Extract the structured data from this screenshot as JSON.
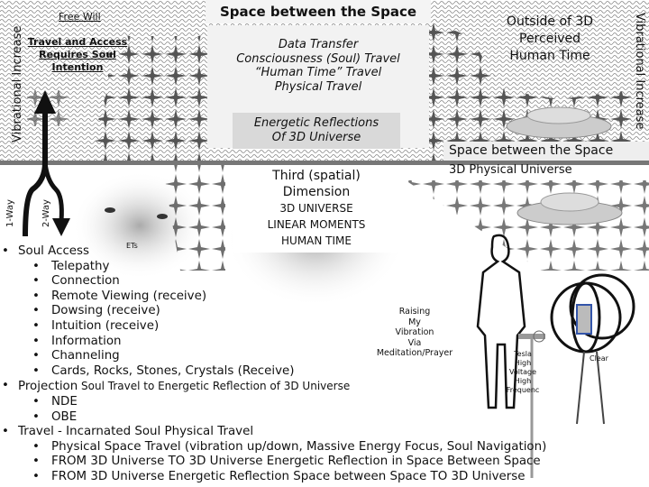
{
  "colors": {
    "band": "#777777",
    "box_fill": "#f2f2f2",
    "inner_box_fill": "#d9d9d9",
    "stars": "#555555",
    "ufo": "#cccccc",
    "device_blue": "#3355aa"
  },
  "top": {
    "title": "Space between the Space",
    "center_lines": [
      "Data Transfer",
      "Consciousness (Soul) Travel",
      "“Human Time” Travel",
      "Physical Travel"
    ],
    "reflection_lines": [
      "Energetic Reflections",
      "Of 3D Universe"
    ],
    "outside_lines": [
      "Outside of 3D",
      "Perceived",
      "Human Time"
    ],
    "free_will": "Free Will",
    "intention_lines": [
      "Travel and Access",
      "Requires Soul",
      "Intention"
    ],
    "vibrational_left": "Vibrational Increase",
    "vibrational_right": "Vibrational Increase"
  },
  "band": {
    "space_between": "Space between the Space",
    "physical_universe": "3D Physical Universe"
  },
  "third": {
    "lines": [
      "Third (spatial)",
      "Dimension"
    ],
    "caps_lines": [
      "3D UNIVERSE",
      "LINEAR MOMENTS",
      "HUMAN TIME"
    ]
  },
  "arrows": {
    "one_way": "1-Way",
    "two_way": "2-Way"
  },
  "labels": {
    "ets": "ETs",
    "raising": [
      "Raising",
      "My",
      "Vibration",
      "Via",
      "Meditation/Prayer"
    ],
    "tesla": [
      "Tesla",
      "High",
      "Voltage",
      "High",
      "Frequenc"
    ],
    "clear": "Clear"
  },
  "list": [
    {
      "level": 1,
      "text": "Soul Access"
    },
    {
      "level": 2,
      "text": "Telepathy"
    },
    {
      "level": 2,
      "text": "Connection"
    },
    {
      "level": 2,
      "text": "Remote Viewing (receive)"
    },
    {
      "level": 2,
      "text": "Dowsing (receive)"
    },
    {
      "level": 2,
      "text": "Intuition (receive)"
    },
    {
      "level": 2,
      "text": "Information"
    },
    {
      "level": 2,
      "text": "Channeling"
    },
    {
      "level": 2,
      "text": "Cards, Rocks, Stones, Crystals (Receive)"
    },
    {
      "level": 1,
      "text": "Projection",
      "extra": " Soul Travel to Energetic Reflection of 3D Universe"
    },
    {
      "level": 2,
      "text": "NDE"
    },
    {
      "level": 2,
      "text": "OBE"
    },
    {
      "level": 1,
      "text": "Travel - Incarnated Soul Physical Travel"
    },
    {
      "level": 2,
      "text": "Physical Space Travel (vibration up/down, Massive Energy Focus, Soul Navigation)"
    },
    {
      "level": 2,
      "text": "FROM 3D Universe TO 3D Universe Energetic Reflection in Space Between Space"
    },
    {
      "level": 2,
      "text": "FROM 3D Universe Energetic Reflection Space between Space TO 3D Universe"
    }
  ]
}
